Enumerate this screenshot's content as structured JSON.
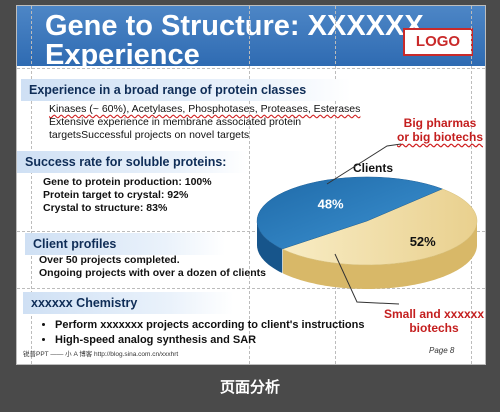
{
  "slide": {
    "title_line1": "Gene to Structure: XXXXXX",
    "title_line2": "Experience",
    "logo": "LOGO"
  },
  "sections": [
    {
      "header": "Experience in a broad range of protein classes",
      "lines": [
        "Kinases (~ 60%), Acetylases, Phosphotases, Proteases, Esterases",
        "Extensive experience in membrane associated protein",
        "targetsSuccessful projects on novel targets"
      ]
    },
    {
      "header": "Success rate for soluble proteins:",
      "lines": [
        "Gene to protein production: 100%",
        "Protein target to crystal: 92%",
        "Crystal to structure: 83%"
      ]
    },
    {
      "header": "Client profiles",
      "lines": [
        "Over 50 projects completed.",
        "Ongoing projects with over a dozen of clients"
      ]
    },
    {
      "header": "xxxxxx Chemistry",
      "bullets": [
        "Perform xxxxxxx projects according to client's instructions",
        "High-speed analog synthesis and SAR"
      ]
    }
  ],
  "annotations": {
    "big_pharmas_line1": "Big pharmas",
    "big_pharmas_line2": "or big biotechs",
    "small_line1": "Small and xxxxxx",
    "small_line2": "biotechs"
  },
  "chart_data": {
    "type": "pie",
    "title": "Clients",
    "categories": [
      "Big pharmas or big biotechs",
      "Small and xxxxxx biotechs"
    ],
    "values": [
      48,
      52
    ],
    "labels": [
      "48%",
      "52%"
    ],
    "colors": [
      "#2e7fc0",
      "#f1dfa6"
    ]
  },
  "footer": {
    "left": "锐普PPT —— 小 A 博客  http://blog.sina.com.cn/xxxhrt",
    "page": "Page  8"
  },
  "caption": "页面分析"
}
